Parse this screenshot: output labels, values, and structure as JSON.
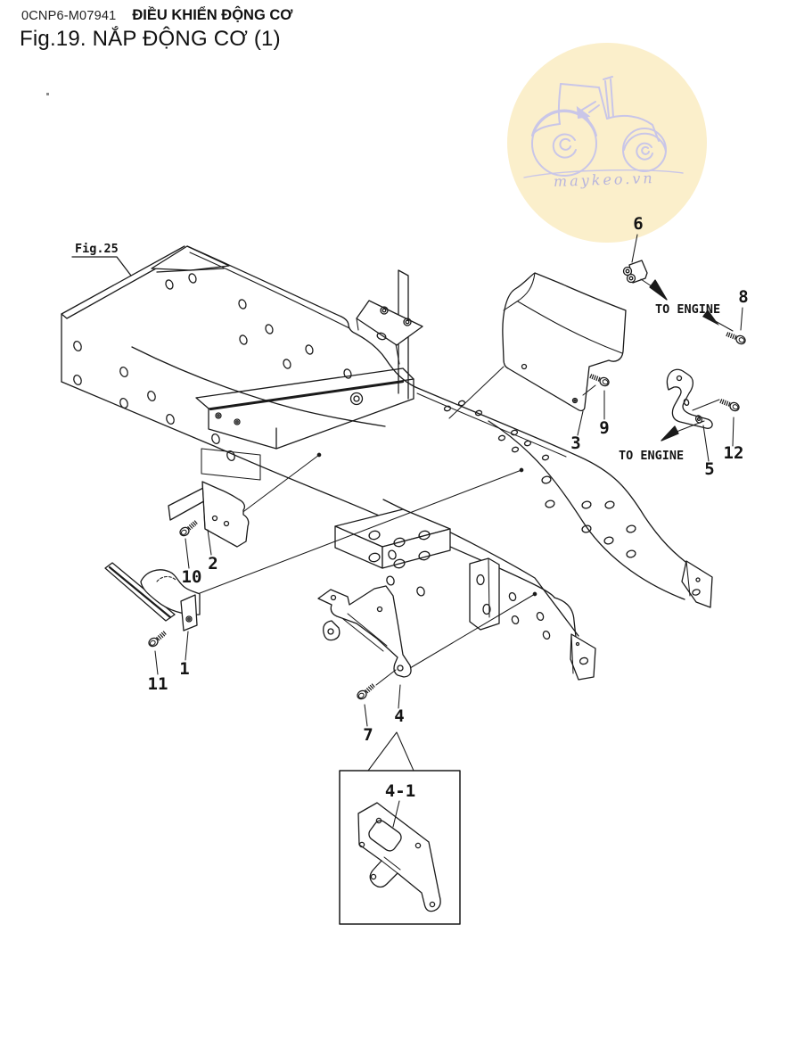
{
  "header": {
    "code": "0CNP6-M07941",
    "section_title": "ĐIỀU KHIỂN ĐỘNG CƠ",
    "figure_title": "Fig.19.  NẮP ĐỘNG CƠ (1)"
  },
  "watermark": {
    "site": "maykeo.vn"
  },
  "diagram": {
    "frame_ref": "Fig.25",
    "to_engine_1": "TO ENGINE",
    "to_engine_2": "TO ENGINE",
    "inset_label": "4-1",
    "callouts": {
      "c1": "1",
      "c2": "2",
      "c3": "3",
      "c4": "4",
      "c5": "5",
      "c6": "6",
      "c7": "7",
      "c8": "8",
      "c9": "9",
      "c10": "10",
      "c11": "11",
      "c12": "12"
    }
  },
  "colors": {
    "line": "#1a1a1a",
    "watermark_bg": "#FBEFCB",
    "watermark_line": "#c9c6e8",
    "watermark_text": "#b7b4dd"
  }
}
